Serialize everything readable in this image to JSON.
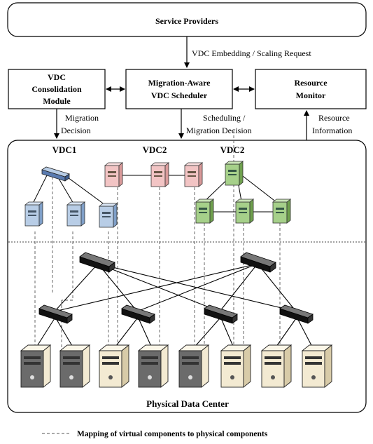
{
  "diagram": {
    "service_providers": "Service Providers",
    "embedding_request": "VDC Embedding / Scaling Request",
    "consolidation_module": [
      "VDC",
      "Consolidation",
      "Module"
    ],
    "scheduler": [
      "Migration-Aware",
      "VDC Scheduler"
    ],
    "resource_monitor": [
      "Resource",
      "Monitor"
    ],
    "migration_decision": [
      "Migration",
      "Decision"
    ],
    "scheduling_decision": [
      "Scheduling /",
      "Migration Decision"
    ],
    "resource_information": [
      "Resource",
      "Information"
    ],
    "vdc_labels": [
      "VDC1",
      "VDC2",
      "VDC2"
    ],
    "physical_dc": "Physical Data Center",
    "legend": "Mapping of virtual components to physical components",
    "colors": {
      "vdc1": "#b8cde6",
      "vdc2a": "#f2c4c4",
      "vdc2b": "#a6d08a",
      "server": "#f3ead2",
      "switch": "#2a2a2a"
    }
  }
}
